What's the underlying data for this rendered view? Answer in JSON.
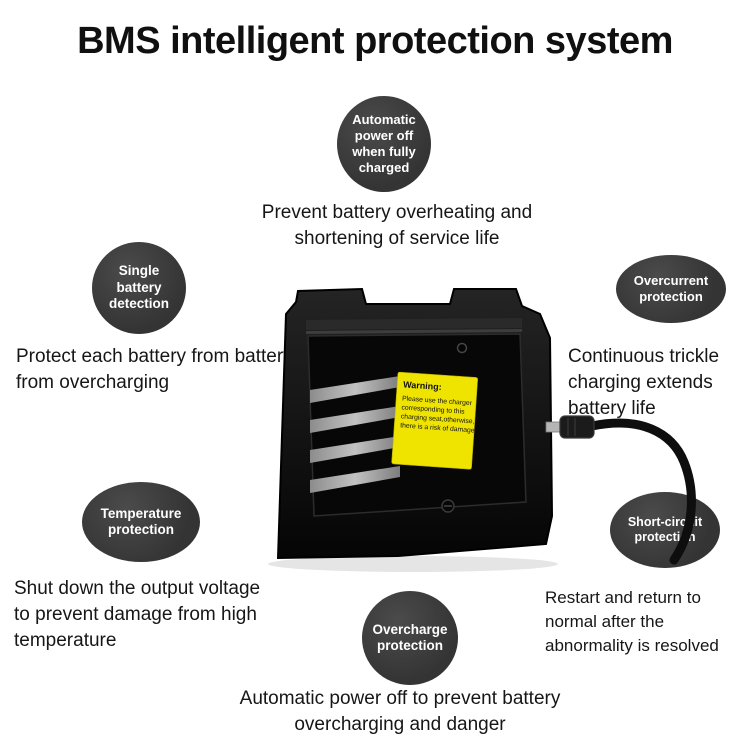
{
  "title": "BMS intelligent protection system",
  "colors": {
    "badge": "#3b3b3b",
    "badge_text": "#ffffff",
    "label_yellow": "#efe400",
    "body_black": "#111111"
  },
  "features": {
    "auto_power_off": {
      "badge": "Automatic power off when fully charged",
      "desc": "Prevent battery overheating and shortening of service life"
    },
    "single_battery": {
      "badge": "Single battery detection",
      "desc": "Protect each battery from battery from overcharging"
    },
    "overcurrent": {
      "badge": "Overcurrent protection",
      "desc": "Continuous trickle charging extends battery life"
    },
    "temperature": {
      "badge": "Temperature protection",
      "desc": "Shut down the output voltage to prevent damage from high temperature"
    },
    "short_circuit": {
      "badge": "Short-circuit protection",
      "desc": "Restart and return to normal after the abnormality is resolved"
    },
    "overcharge": {
      "badge": "Overcharge protection",
      "desc": "Automatic power off to prevent battery overcharging and danger"
    }
  },
  "product": {
    "warning_label": {
      "heading": "Warning:",
      "line1": "Please use the charger",
      "line2": "corresponding to this",
      "line3": "charging seat,otherwise,",
      "line4": "there is a risk of damage."
    }
  }
}
